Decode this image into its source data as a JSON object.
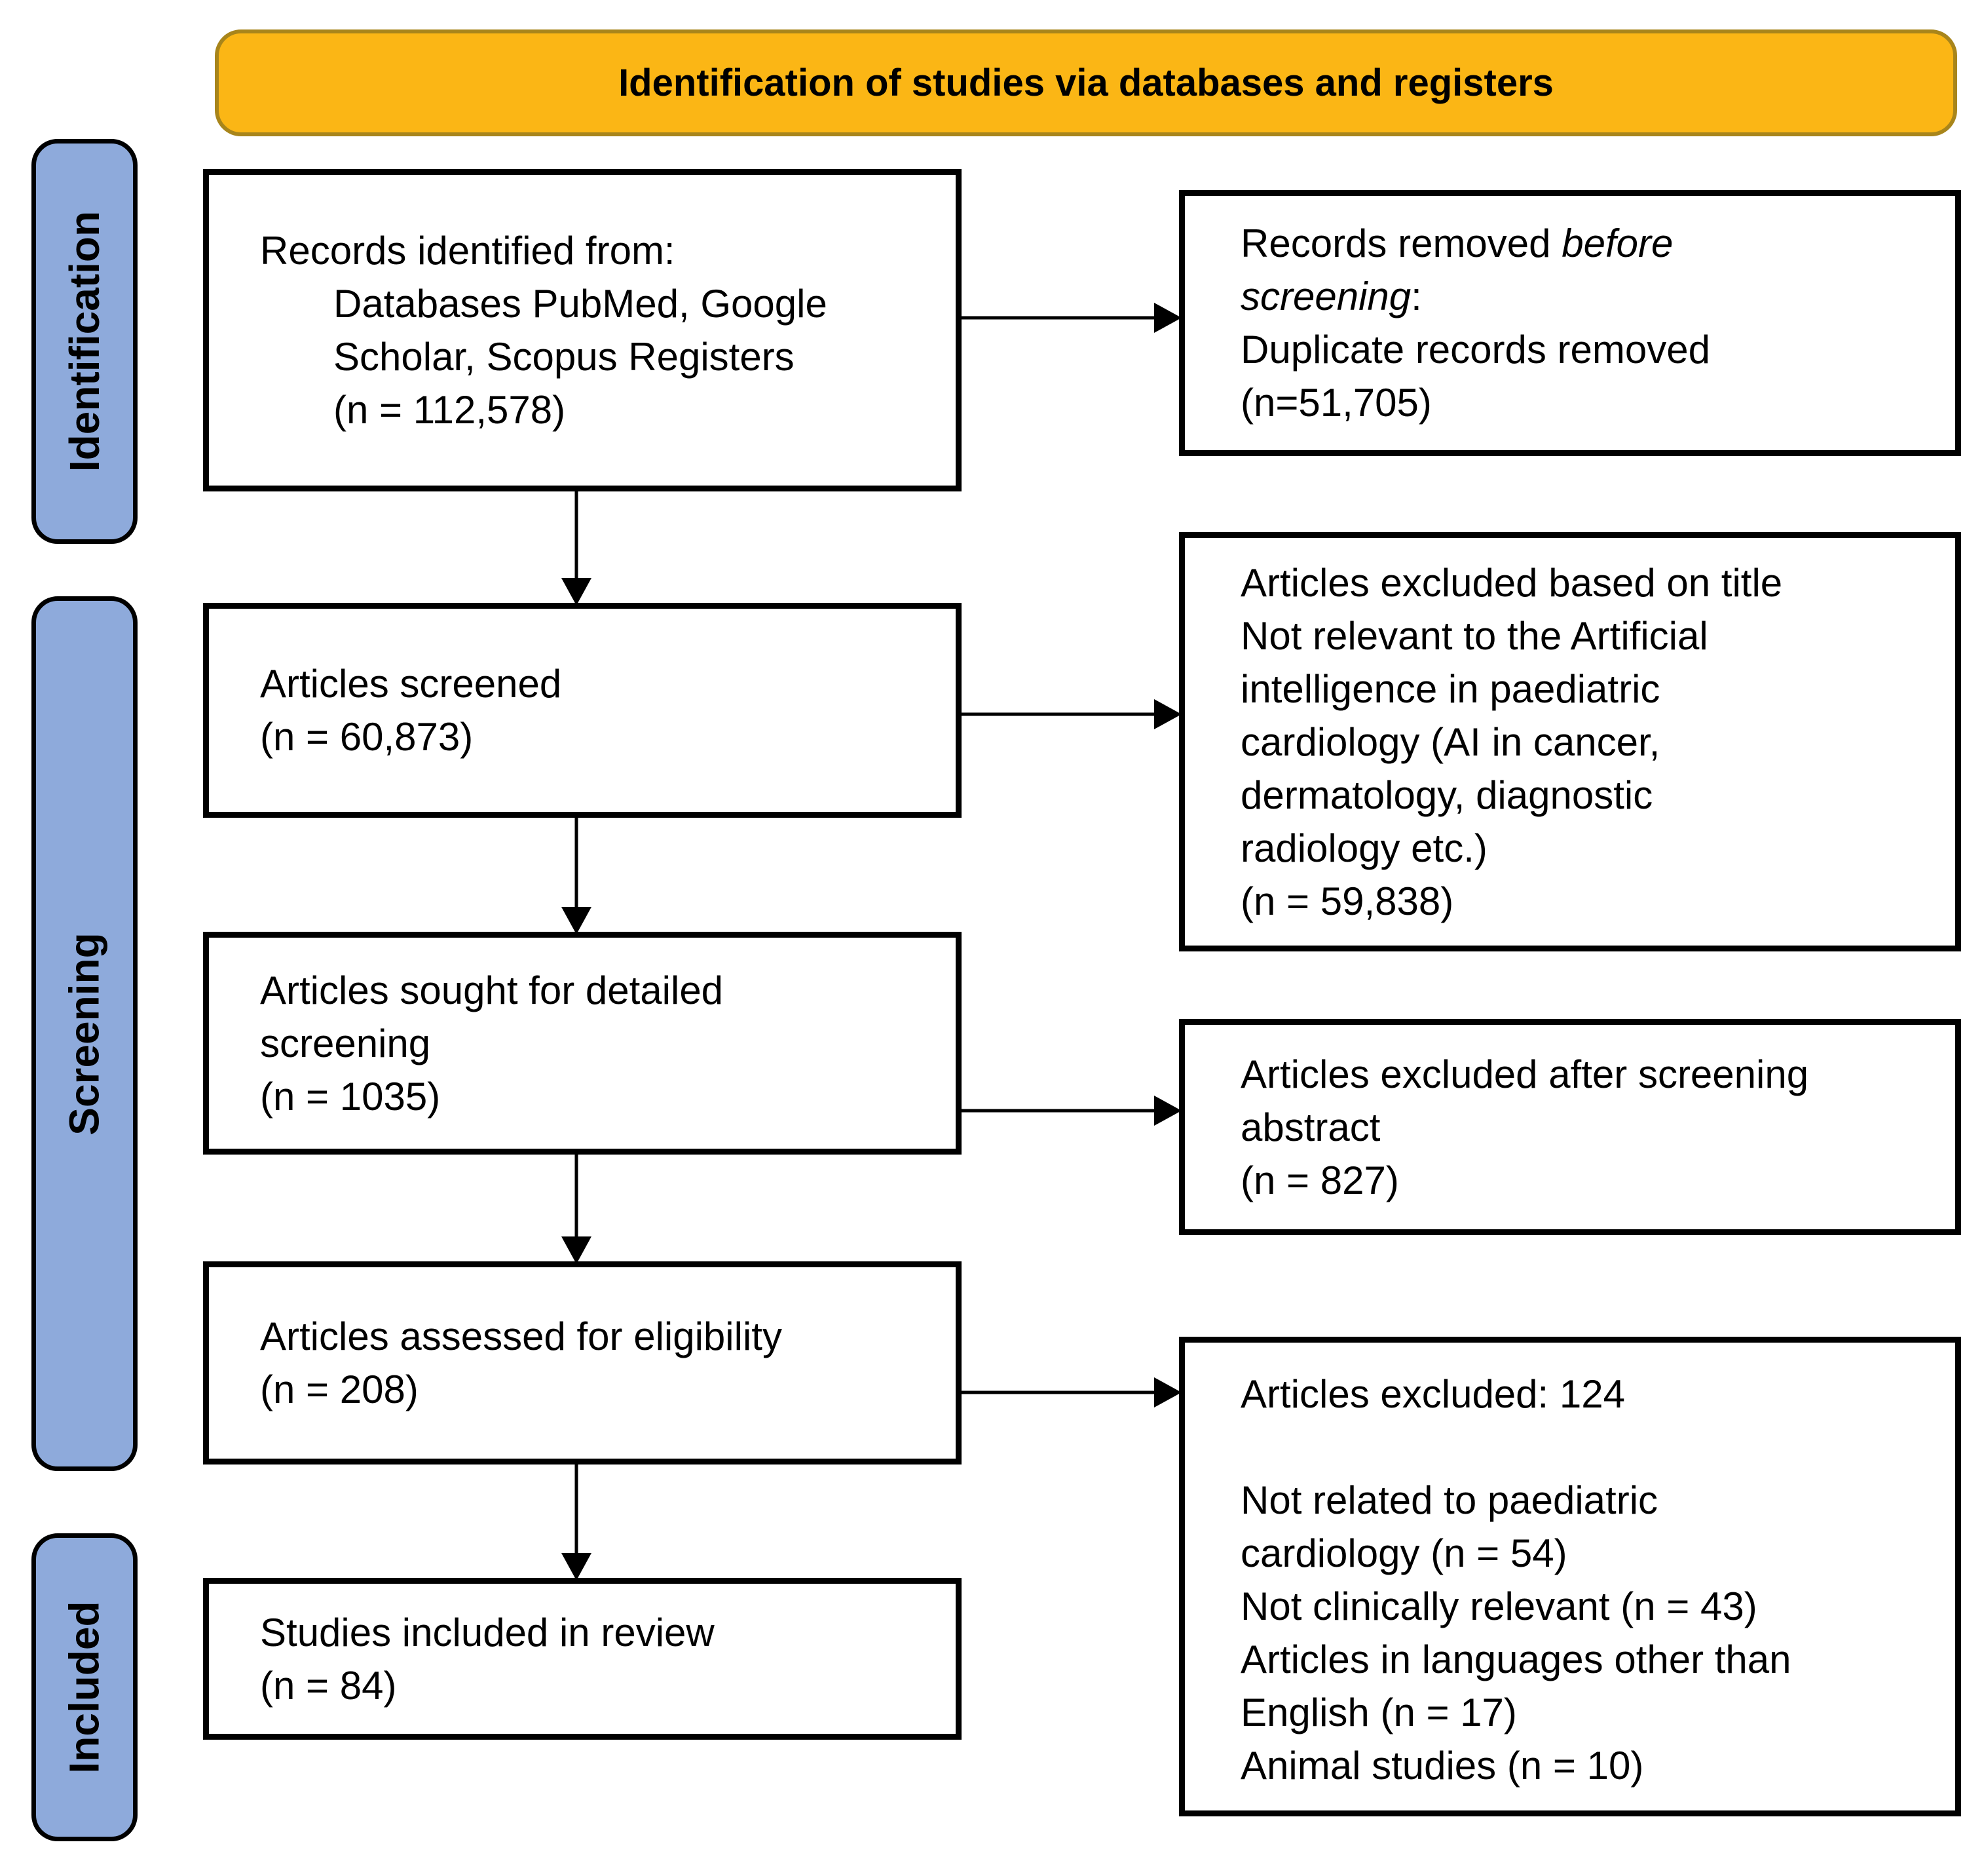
{
  "banner": {
    "title": "Identification of studies via databases and registers"
  },
  "stages": {
    "identification": "Identification",
    "screening": "Screening",
    "included": "Included"
  },
  "colors": {
    "banner_fill": "#FBB615",
    "banner_border": "#A8851B",
    "stage_fill": "#8EAADB",
    "box_fill": "#FFFFFF",
    "line_color": "#000000"
  },
  "boxes": {
    "records_identified": {
      "lines": [
        "Records identified from:",
        "Databases PubMed, Google",
        "Scholar, Scopus Registers",
        "(n = 112,578)"
      ]
    },
    "records_removed": {
      "seg_normal1": "Records removed ",
      "seg_italic1": "before",
      "seg_italic2": "screening",
      "seg_normal2": ":",
      "line3": "Duplicate records removed",
      "line4": "(n=51,705)"
    },
    "articles_screened": {
      "lines": [
        "Articles screened",
        "(n = 60,873)"
      ]
    },
    "excluded_title": {
      "lines": [
        "Articles excluded based on title",
        "Not relevant to the Artificial",
        "intelligence in paediatric",
        "cardiology (AI in cancer,",
        "dermatology, diagnostic",
        "radiology etc.)",
        "(n = 59,838)"
      ]
    },
    "articles_sought": {
      "lines": [
        "Articles sought for detailed",
        "screening",
        "(n = 1035)"
      ]
    },
    "excluded_abstract": {
      "lines": [
        "Articles excluded after screening",
        "abstract",
        "(n = 827)"
      ]
    },
    "articles_assessed": {
      "lines": [
        "Articles assessed for eligibility",
        "(n = 208)"
      ]
    },
    "excluded_eligibility": {
      "heading": "Articles excluded: 124",
      "lines": [
        "Not related to paediatric",
        "cardiology (n = 54)",
        "Not clinically relevant (n = 43)",
        "Articles in languages other than",
        "English (n = 17)",
        "Animal studies (n = 10)"
      ]
    },
    "studies_included": {
      "lines": [
        "Studies included in review",
        "(n = 84)"
      ]
    }
  }
}
